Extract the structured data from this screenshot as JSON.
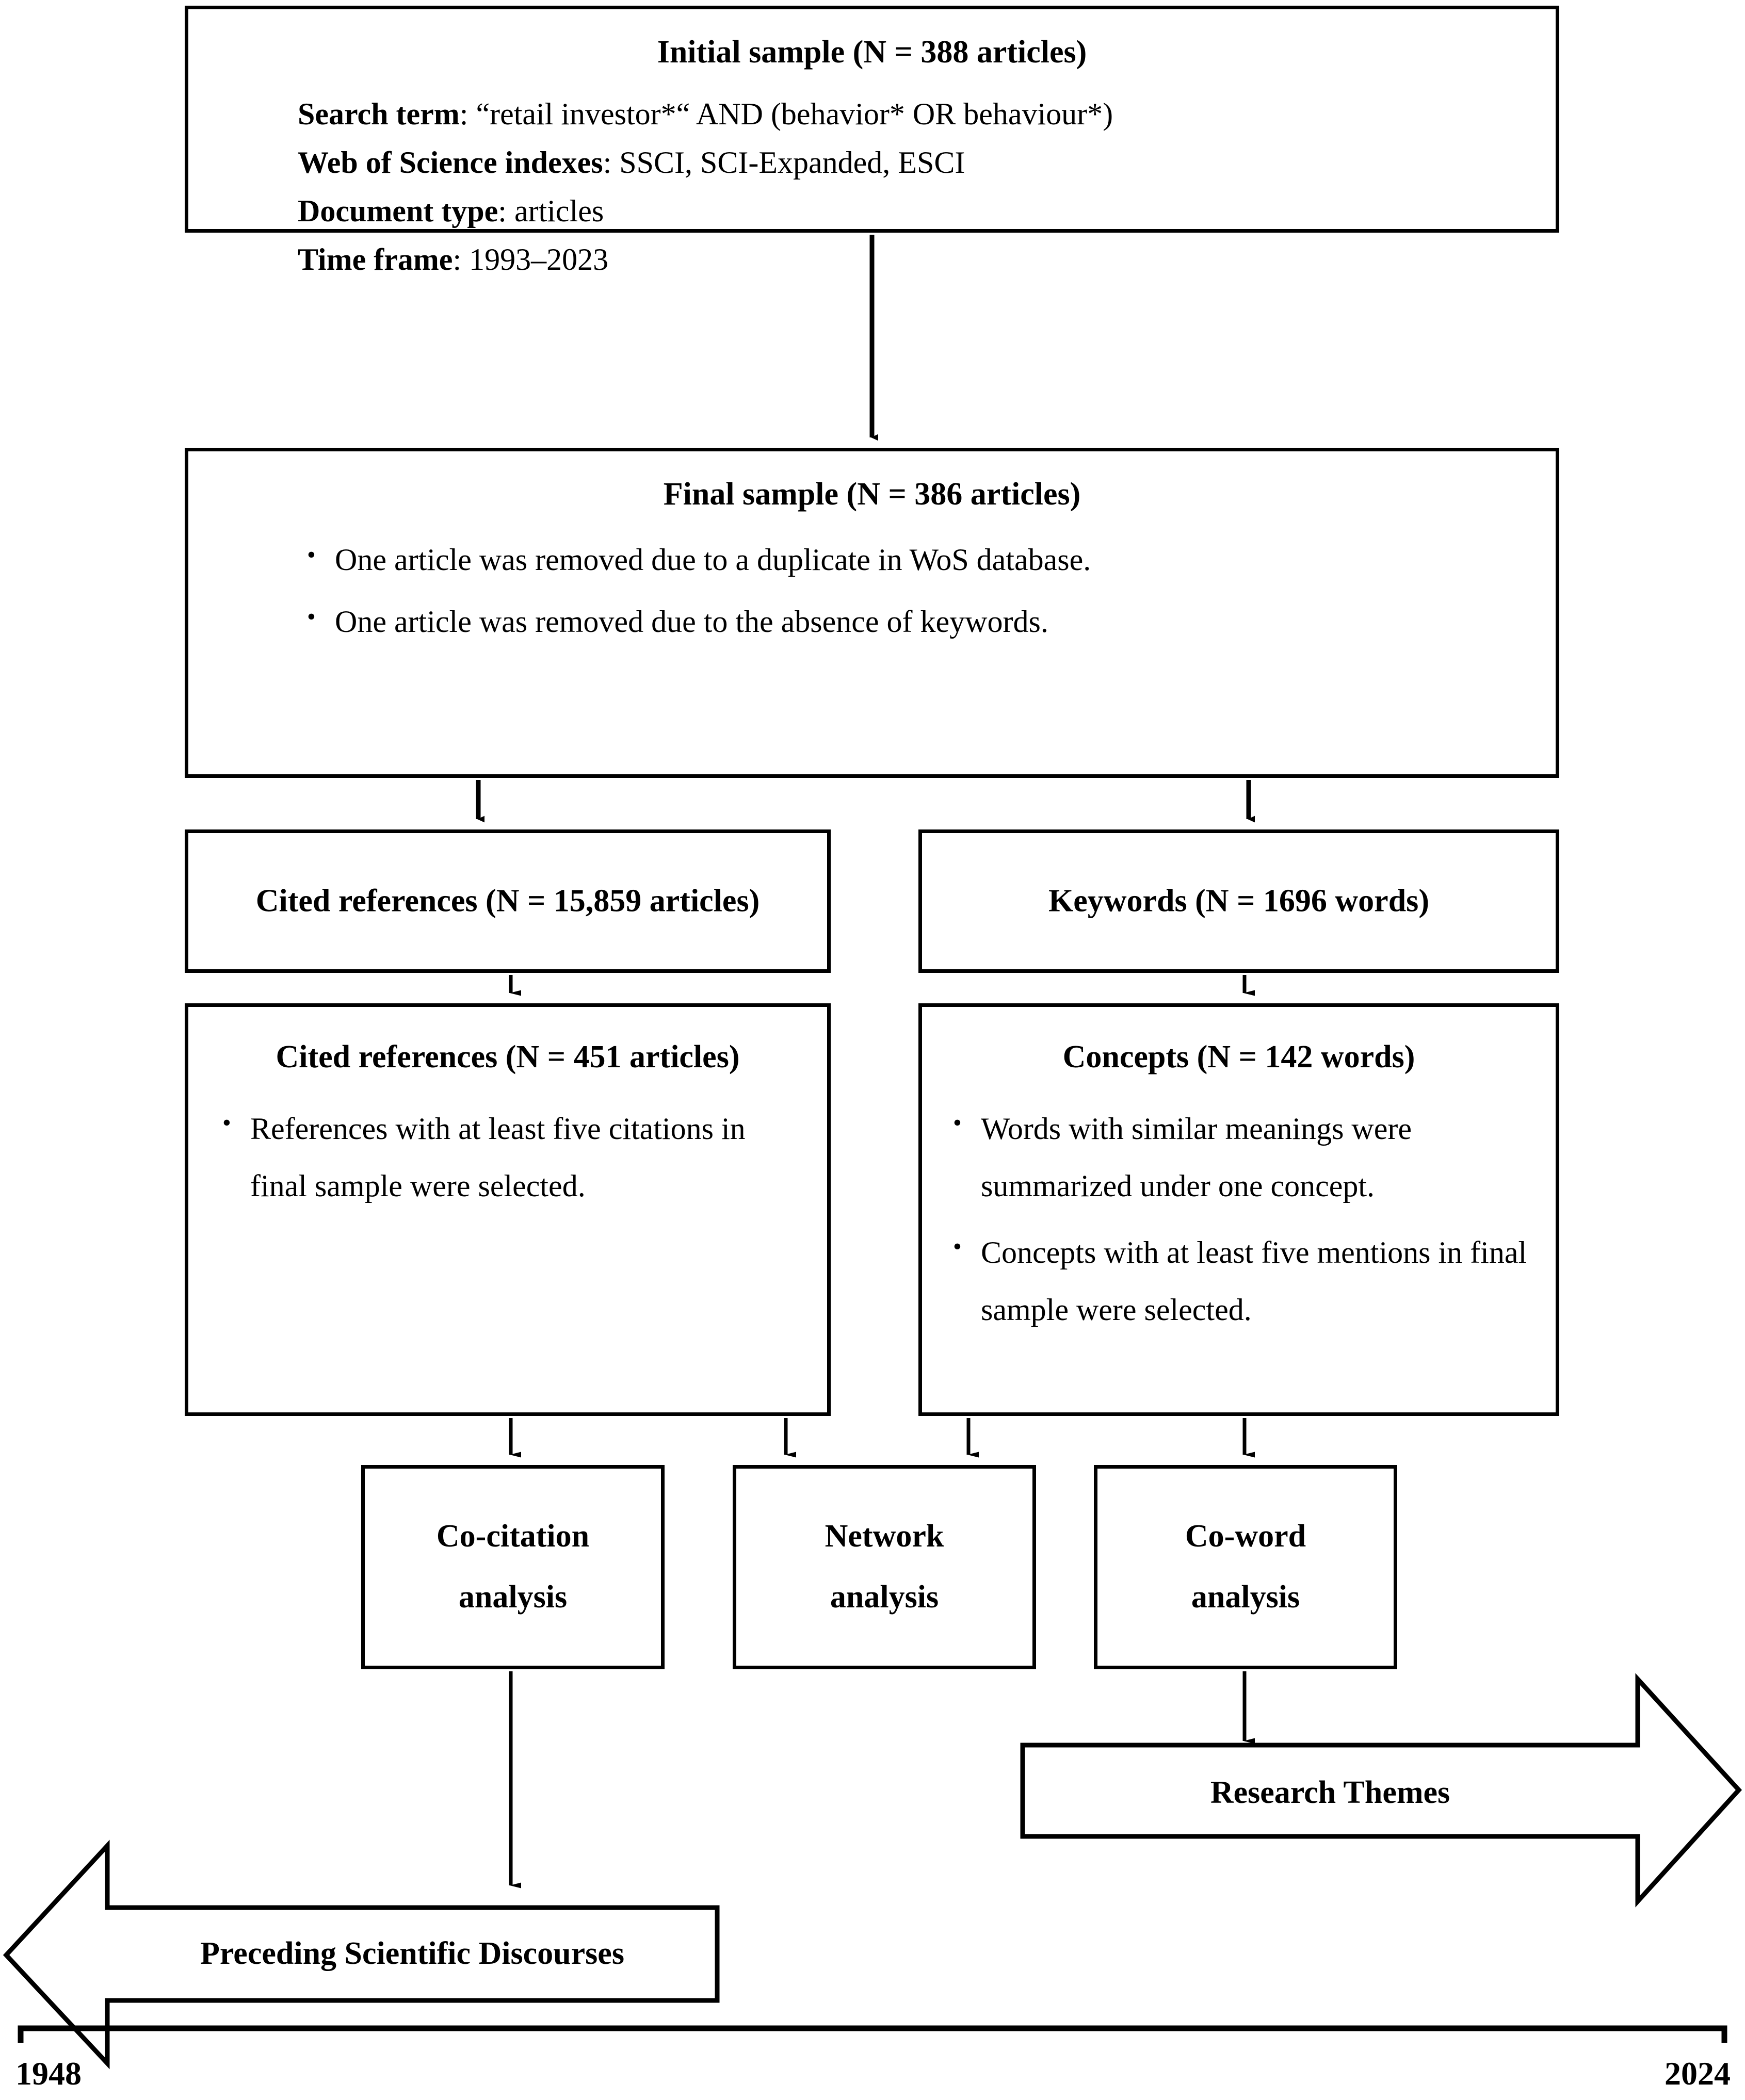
{
  "figure": {
    "type": "flowchart",
    "title": "Bibliometric research design flowchart"
  },
  "boxes": {
    "initial_sample": {
      "title": "Initial sample (N = 388 articles)",
      "rows": [
        {
          "label": "Search term",
          "value": ": “retail investor*“ AND (behavior* OR behaviour*)"
        },
        {
          "label": "Web of Science indexes",
          "value": ": SSCI, SCI-Expanded, ESCI"
        },
        {
          "label": "Document type",
          "value": ": articles"
        },
        {
          "label": "Time frame",
          "value": ": 1993–2023"
        }
      ]
    },
    "final_sample": {
      "title": "Final sample (N = 386 articles)",
      "bullets": [
        "One article was removed due to a duplicate in WoS database.",
        "One article was removed due to the absence of keywords."
      ]
    },
    "cited_references_all": {
      "title": "Cited references (N = 15,859 articles)"
    },
    "keywords": {
      "title": "Keywords (N = 1696 words)"
    },
    "cited_references_selected": {
      "title": "Cited references (N = 451 articles)",
      "bullets": [
        "References with at least five citations in final sample were selected."
      ]
    },
    "concepts": {
      "title": "Concepts (N = 142 words)",
      "bullets": [
        "Words with similar meanings were summarized under one concept.",
        "Concepts with at least five mentions in final sample were selected."
      ]
    },
    "co_citation_analysis": {
      "line1": "Co-citation",
      "line2": "analysis"
    },
    "network_analysis": {
      "line1": "Network",
      "line2": "analysis"
    },
    "co_word_analysis": {
      "line1": "Co-word",
      "line2": "analysis"
    }
  },
  "arrows": {
    "research_themes": "Research Themes",
    "preceding_discourses": "Preceding Scientific Discourses"
  },
  "timeline": {
    "start_year": "1948",
    "end_year": "2024"
  },
  "colors": {
    "stroke": "#000000",
    "background": "#ffffff",
    "text": "#000000"
  }
}
